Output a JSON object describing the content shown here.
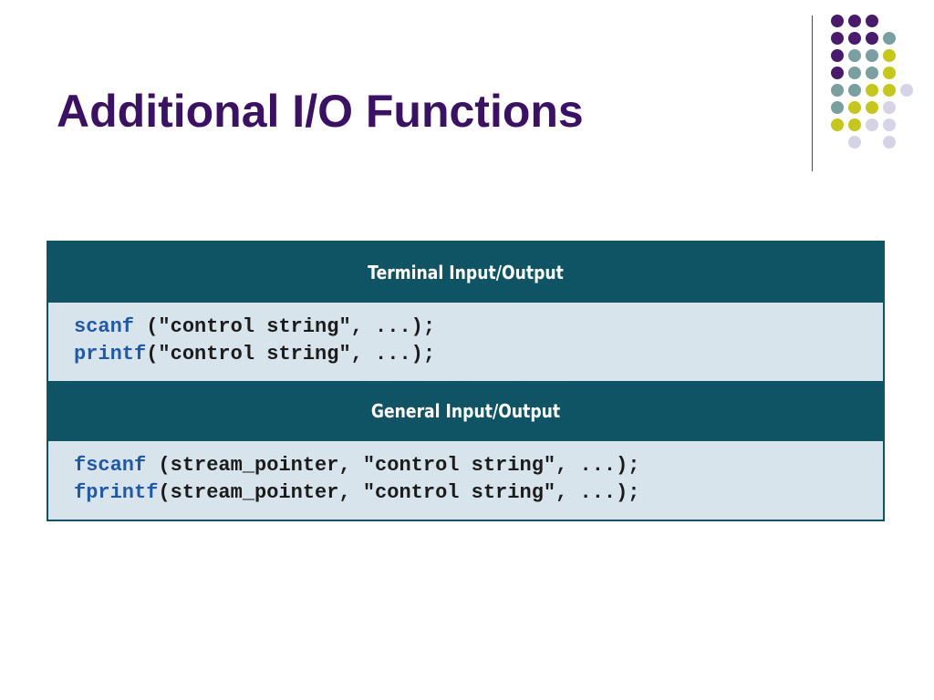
{
  "slide": {
    "title": "Additional I/O Functions"
  },
  "theme": {
    "title_color": "#3b1166",
    "table_header_bg": "#0e5464",
    "table_body_bg": "#d8e4ec",
    "keyword_color": "#1f5aa8",
    "dot_colors": {
      "purple": "#4a1a6e",
      "teal": "#7a9fa0",
      "lime": "#c5c719",
      "lavender": "#d4d4e6"
    }
  },
  "table": {
    "sections": [
      {
        "header": "Terminal Input/Output",
        "lines": [
          {
            "keyword": "scanf",
            "rest": " (\"control string\", ...);"
          },
          {
            "keyword": "printf",
            "rest": "(\"control string\", ...);"
          }
        ]
      },
      {
        "header": "General Input/Output",
        "lines": [
          {
            "keyword": "fscanf",
            "rest": " (stream_pointer, \"control string\", ...);"
          },
          {
            "keyword": "fprintf",
            "rest": "(stream_pointer, \"control string\", ...);"
          }
        ]
      }
    ]
  }
}
